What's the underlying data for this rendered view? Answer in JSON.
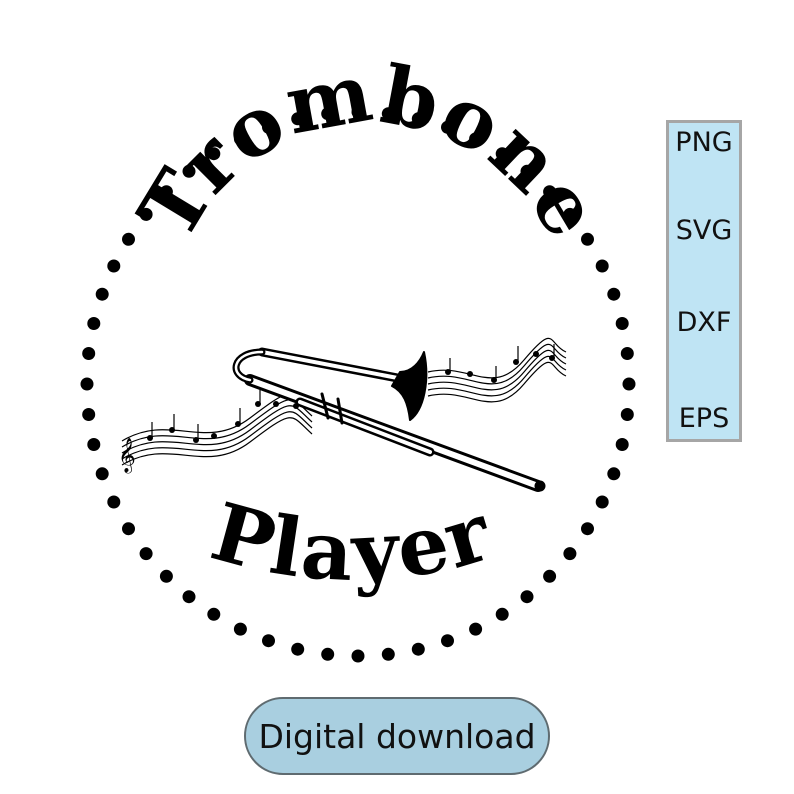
{
  "badge": {
    "top_text": "Trombone",
    "bottom_text": "Player",
    "icons": {
      "instrument": "trombone-icon",
      "music_staff": "music-staff-ribbon-icon",
      "treble_clef": "treble-clef-icon"
    }
  },
  "formats": [
    "PNG",
    "SVG",
    "DXF",
    "EPS"
  ],
  "download_button": {
    "label": "Digital download"
  },
  "colors": {
    "ink": "#000000",
    "panel_bg": "#bfe4f4",
    "panel_border": "#a6a6a6",
    "button_bg": "#a9cfe0",
    "button_border": "#5f6b70"
  }
}
